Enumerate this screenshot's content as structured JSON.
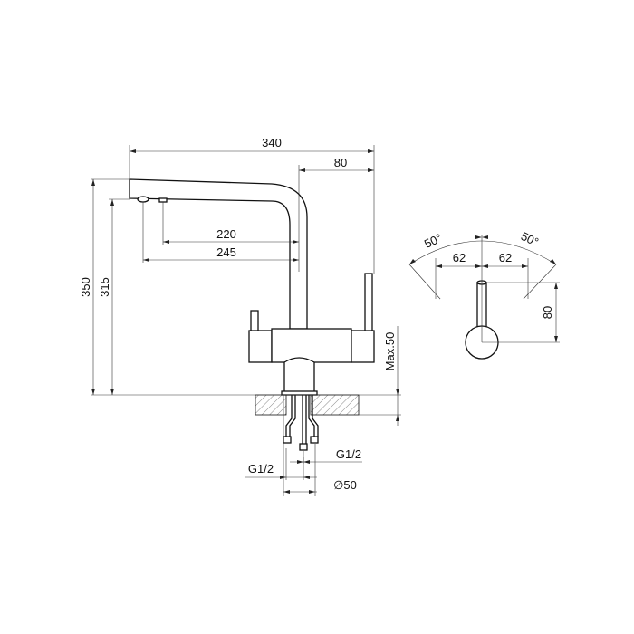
{
  "side_view": {
    "dims": {
      "overall_length": "340",
      "column_offset": "80",
      "aerator_reach_1": "220",
      "aerator_reach_2": "245",
      "overall_height": "350",
      "spout_height": "315",
      "max_deck": "Max.50",
      "thread_right": "G1/2",
      "thread_left": "G1/2",
      "hole_diameter": "∅50"
    }
  },
  "top_view": {
    "dims": {
      "angle_left": "50°",
      "angle_right": "50°",
      "offset_left": "62",
      "offset_right": "62",
      "handle_length": "80"
    }
  }
}
